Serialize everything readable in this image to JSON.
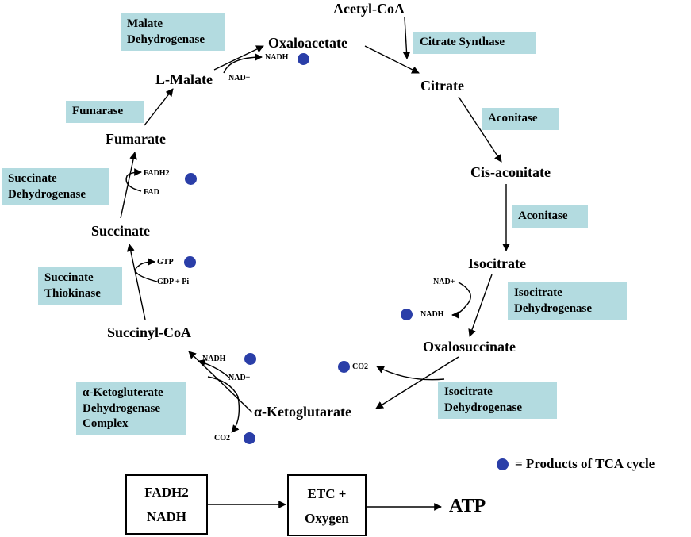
{
  "metabolites": {
    "acetyl_coa": "Acetyl-CoA",
    "oxaloacetate": "Oxaloacetate",
    "citrate": "Citrate",
    "cis_aconitate": "Cis-aconitate",
    "isocitrate": "Isocitrate",
    "oxalosuccinate": "Oxalosuccinate",
    "alpha_ketoglutarate": "α-Ketoglutarate",
    "succinyl_coa": "Succinyl-CoA",
    "succinate": "Succinate",
    "fumarate": "Fumarate",
    "l_malate": "L-Malate"
  },
  "enzymes": {
    "malate_dh": [
      "Malate",
      "Dehydrogenase"
    ],
    "citrate_synthase": [
      "Citrate Synthase"
    ],
    "aconitase_1": [
      "Aconitase"
    ],
    "aconitase_2": [
      "Aconitase"
    ],
    "isocitrate_dh_1": [
      "Isocitrate",
      "Dehydrogenase"
    ],
    "isocitrate_dh_2": [
      "Isocitrate",
      "Dehydrogenase"
    ],
    "akg_dh": [
      "α-Ketogluterate",
      "Dehydrogenase",
      "Complex"
    ],
    "succinate_thiokinase": [
      "Succinate",
      "Thiokinase"
    ],
    "succinate_dh": [
      "Succinate",
      "Dehydrogenase"
    ],
    "fumarase": [
      "Fumarase"
    ]
  },
  "cofactors": {
    "nadh_malate": "NADH",
    "nad_malate": "NAD+",
    "nad_isocitrate": "NAD+",
    "nadh_isocitrate": "NADH",
    "co2_oxalo": "CO2",
    "nadh_akg": "NADH",
    "nad_akg": "NAD+",
    "co2_akg": "CO2",
    "gtp": "GTP",
    "gdp_pi": "GDP + Pi",
    "fadh2": "FADH2",
    "fad": "FAD"
  },
  "legend": {
    "text": "= Products of TCA cycle"
  },
  "bottom": {
    "box1_line1": "FADH2",
    "box1_line2": "NADH",
    "box2_line1": "ETC  +",
    "box2_line2": "Oxygen",
    "atp": "ATP"
  },
  "colors": {
    "enzyme_box": "#b3dbe0",
    "product_dot": "#2a3ea8"
  }
}
